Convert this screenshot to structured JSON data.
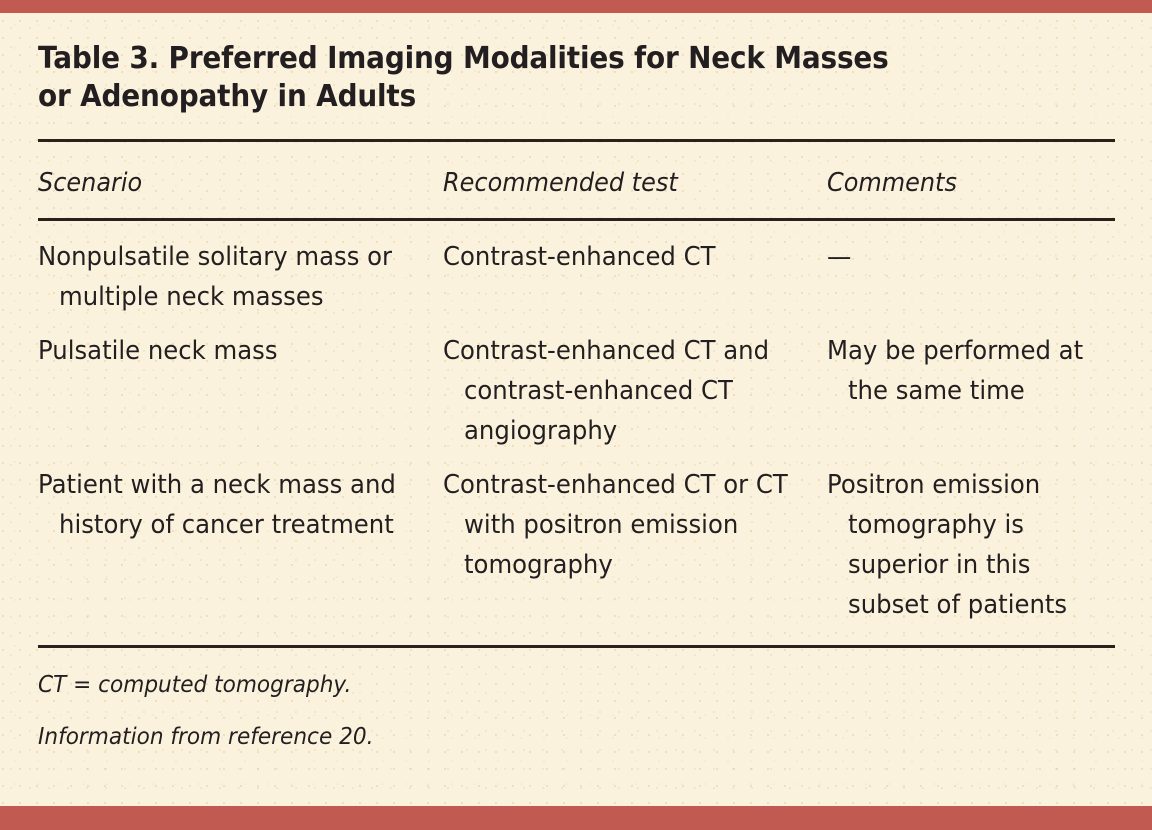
{
  "colors": {
    "band": "#c15a50",
    "paper": "#fbf2de",
    "ink": "#231f20",
    "rule": "#2b211c"
  },
  "title": {
    "line1": "Table 3. Preferred Imaging Modalities for Neck Masses",
    "line2": "or Adenopathy in Adults",
    "full": "Table 3. Preferred Imaging Modalities for Neck Masses or Adenopathy in Adults"
  },
  "table": {
    "columns": [
      {
        "key": "scenario",
        "label": "Scenario"
      },
      {
        "key": "recommended_test",
        "label": "Recommended test"
      },
      {
        "key": "comments",
        "label": "Comments"
      }
    ],
    "rows": [
      {
        "scenario": "Nonpulsatile solitary mass or multiple neck masses",
        "recommended_test": "Contrast-enhanced CT",
        "comments": "—"
      },
      {
        "scenario": "Pulsatile neck mass",
        "recommended_test": "Contrast-enhanced CT and contrast-enhanced CT angiography",
        "comments": "May be performed at the same time"
      },
      {
        "scenario": "Patient with a neck mass and history of cancer treatment",
        "recommended_test": "Contrast-enhanced CT or CT with positron emission tomography",
        "comments": "Positron emission tomography is superior in this subset of patients"
      }
    ]
  },
  "footnotes": [
    "CT = computed tomography.",
    "Information from reference 20."
  ]
}
